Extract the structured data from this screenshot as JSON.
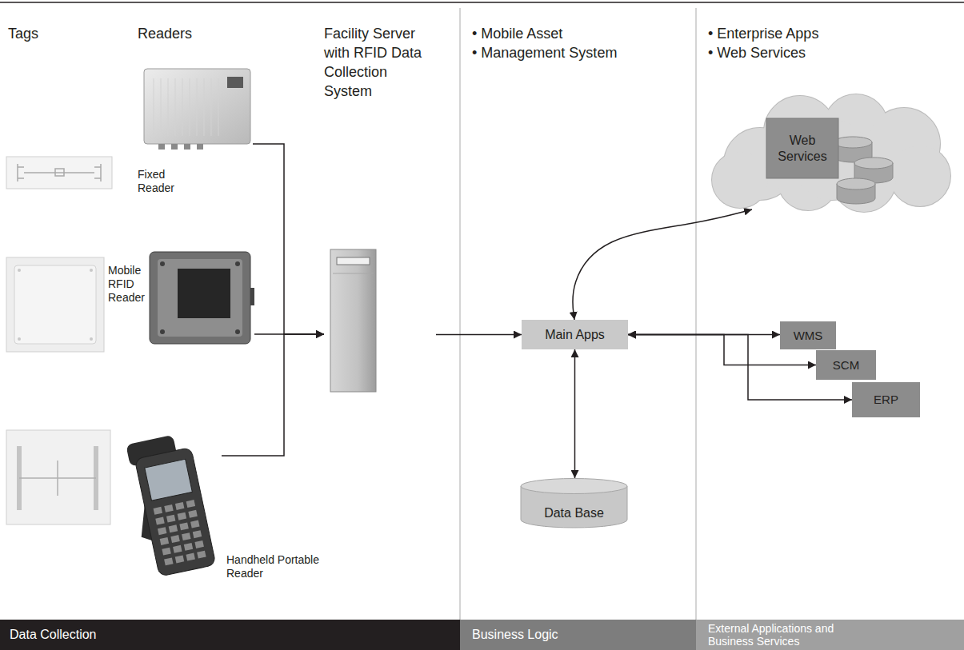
{
  "diagram": {
    "nodes": [
      {
        "text": [
          "Fixed Reader"
        ]
      },
      {
        "text": [
          "Mobile RFID Reader"
        ]
      },
      {
        "text": [
          "Handheld Portable Reader"
        ]
      },
      {
        "text": [
          "Facility Server with RFID Data Collection System"
        ]
      },
      {
        "text": [
          "Main Apps"
        ]
      },
      {
        "text": [
          "Data Base"
        ]
      },
      {
        "text": [
          "Web Services"
        ]
      },
      {
        "text": [
          "WMS"
        ]
      },
      {
        "text": [
          "SCM"
        ]
      },
      {
        "text": [
          "ERP"
        ]
      },
      {
        "text": [
          "Data Collection"
        ]
      },
      {
        "text": [
          "Business Logic"
        ]
      },
      {
        "text": [
          "External Applications and Business Services"
        ]
      }
    ],
    "edges": [
      {
        "from": 0,
        "to": 3,
        "arrow": "to"
      },
      {
        "from": 1,
        "to": 3,
        "arrow": "to"
      },
      {
        "from": 2,
        "to": 3,
        "arrow": "to"
      },
      {
        "from": 3,
        "to": 4,
        "arrow": "to"
      },
      {
        "from": 4,
        "to": 6,
        "arrow": "both"
      },
      {
        "from": 4,
        "to": 7,
        "arrow": "both"
      },
      {
        "from": 4,
        "to": 8,
        "arrow": "both"
      },
      {
        "from": 4,
        "to": 9,
        "arrow": "both"
      },
      {
        "from": 4,
        "to": 5,
        "arrow": "both"
      }
    ],
    "labels": [
      "Tags",
      "Readers",
      "• Mobile Asset",
      "• Management System",
      "• Enterprise Apps",
      "• Web Services"
    ]
  }
}
